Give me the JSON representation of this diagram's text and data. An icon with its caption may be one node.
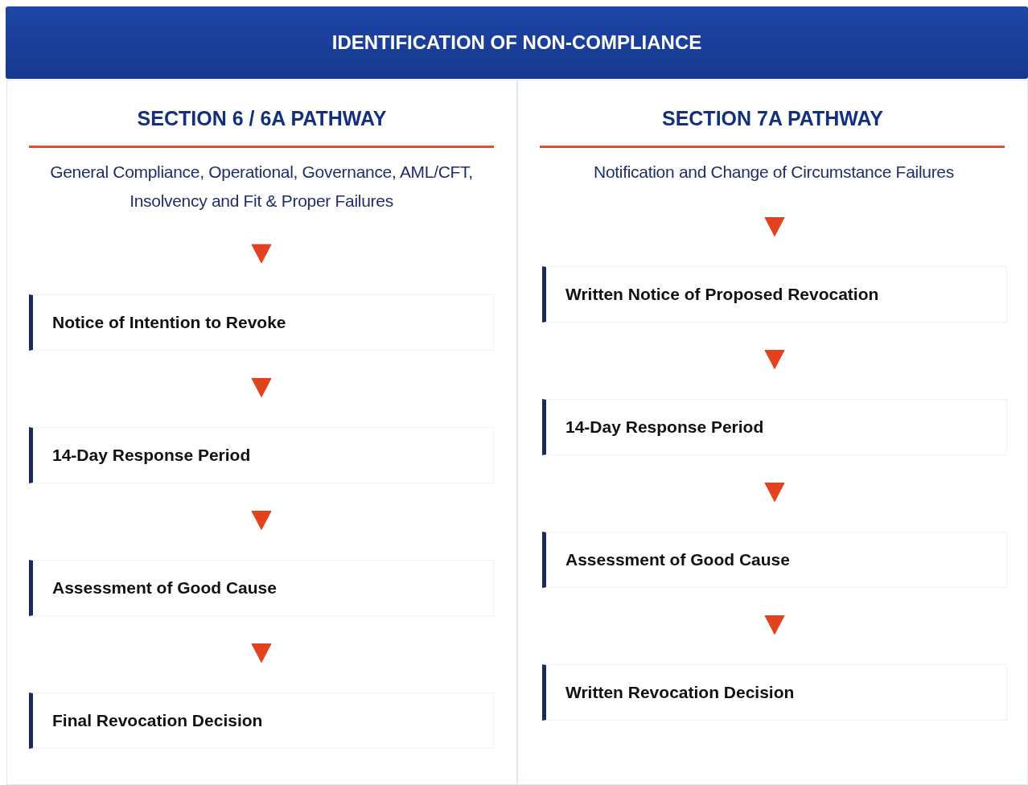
{
  "diagram": {
    "nodes": [
      {
        "text": [
          "IDENTIFICATION OF NON-COMPLIANCE"
        ]
      },
      {
        "text": [
          "SECTION 6 / 6A PATHWAY"
        ]
      },
      {
        "text": [
          "General Compliance, Operational, Governance, AML/CFT, Insolvency and Fit & Proper Failures"
        ],
        "in": 1
      },
      {
        "text": [
          "Notice of Intention to Revoke"
        ],
        "in": 1
      },
      {
        "text": [
          "14-Day Response Period"
        ],
        "in": 1
      },
      {
        "text": [
          "Assessment of Good Cause"
        ],
        "in": 1
      },
      {
        "text": [
          "Final Revocation Decision"
        ],
        "in": 1
      },
      {
        "text": [
          "SECTION 7A PATHWAY"
        ]
      },
      {
        "text": [
          "Notification and Change of Circumstance Failures"
        ],
        "in": 7
      },
      {
        "text": [
          "Written Notice of Proposed Revocation"
        ],
        "in": 7
      },
      {
        "text": [
          "14-Day Response Period"
        ],
        "in": 7
      },
      {
        "text": [
          "Assessment of Good Cause"
        ],
        "in": 7
      },
      {
        "text": [
          "Written Revocation Decision"
        ],
        "in": 7
      }
    ],
    "edges": [
      {
        "from": 2,
        "to": 3,
        "arrow": "to"
      },
      {
        "from": 3,
        "to": 4,
        "arrow": "to"
      },
      {
        "from": 4,
        "to": 5,
        "arrow": "to"
      },
      {
        "from": 5,
        "to": 6,
        "arrow": "to"
      },
      {
        "from": 8,
        "to": 9,
        "arrow": "to"
      },
      {
        "from": 9,
        "to": 10,
        "arrow": "to"
      },
      {
        "from": 10,
        "to": 11,
        "arrow": "to"
      },
      {
        "from": 11,
        "to": 12,
        "arrow": "to"
      }
    ]
  }
}
